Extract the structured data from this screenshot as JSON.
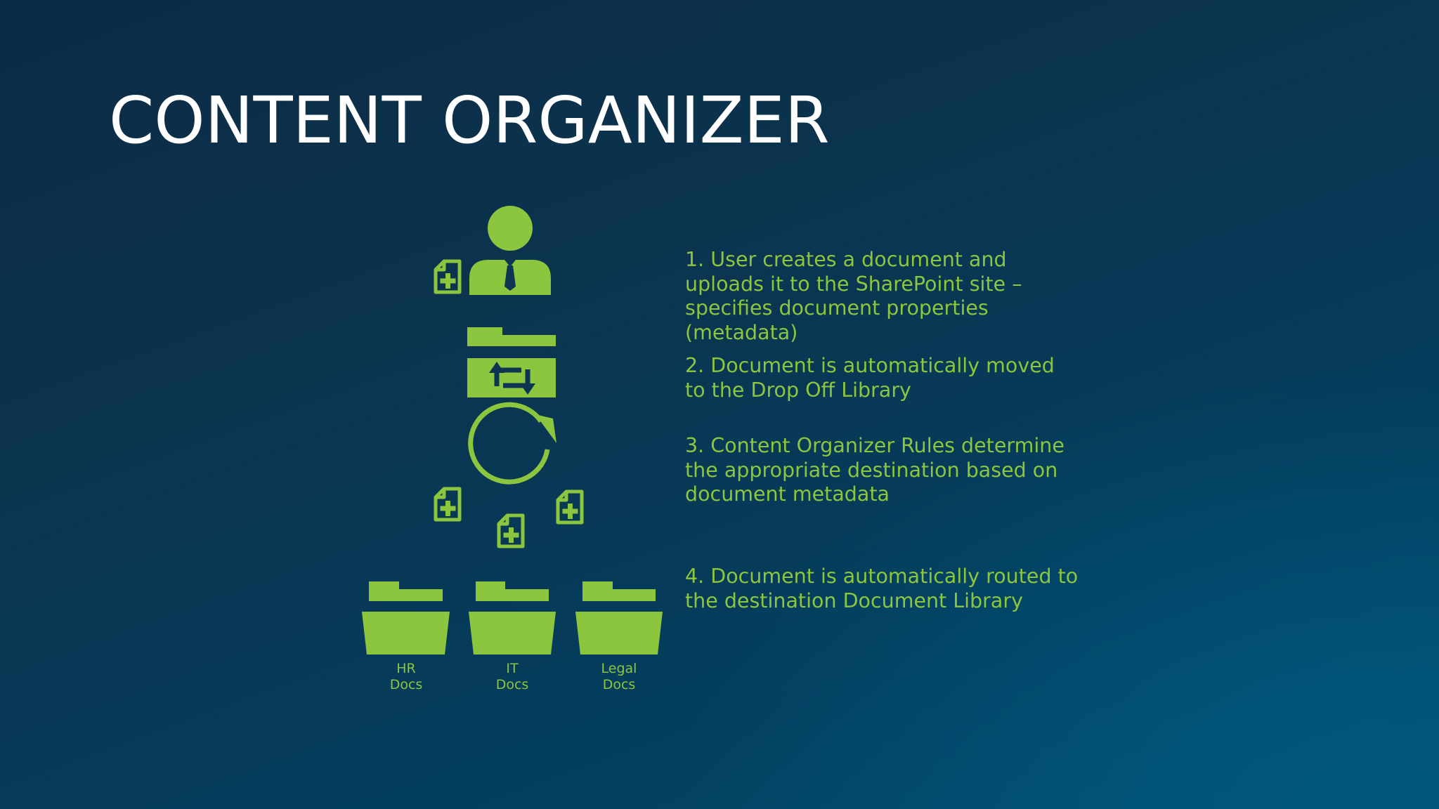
{
  "slide": {
    "title": "CONTENT ORGANIZER"
  },
  "colors": {
    "accent": "#8cc63f",
    "title": "#ffffff",
    "background": "#0b3550"
  },
  "diagram": {
    "icons": [
      "user-icon",
      "upload-document-icon",
      "drop-off-library-icon",
      "cycle-arrow-icon",
      "document-icon",
      "folder-icon"
    ],
    "folders": [
      {
        "line1": "HR",
        "line2": "Docs"
      },
      {
        "line1": "IT",
        "line2": "Docs"
      },
      {
        "line1": "Legal",
        "line2": "Docs"
      }
    ]
  },
  "steps": [
    {
      "text": "1. User creates a document and uploads it to the SharePoint site – specifies document properties (metadata)"
    },
    {
      "text": "2. Document is automatically moved to the Drop Off Library"
    },
    {
      "text": "3. Content Organizer Rules determine the appropriate destination based on document metadata"
    },
    {
      "text": "4. Document is automatically routed to the destination Document Library"
    }
  ]
}
